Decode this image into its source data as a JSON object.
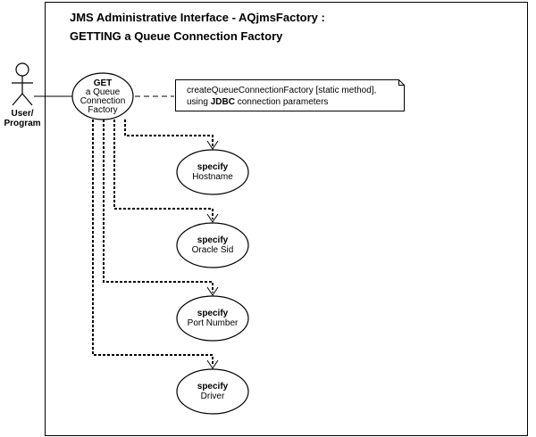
{
  "title": {
    "line1": "JMS Administrative Interface  -  AQjmsFactory :",
    "line2": "GETTING a Queue Connection Factory"
  },
  "actor": {
    "label_line1": "User/",
    "label_line2": "Program",
    "icon": "stick-figure-actor-icon"
  },
  "main_use_case": {
    "verb": "GET",
    "line2": "a Queue",
    "line3": "Connection",
    "line4": "Factory"
  },
  "note": {
    "line1_prefix": "createQueueConnectionFactory ",
    "line1_suffix": "[static method],",
    "line2_prefix": "using ",
    "line2_bold": "JDBC",
    "line2_suffix": " connection parameters"
  },
  "sub_use_cases": [
    {
      "verb": "specify",
      "object": "Hostname"
    },
    {
      "verb": "specify",
      "object": "Oracle Sid"
    },
    {
      "verb": "specify",
      "object": "Port Number"
    },
    {
      "verb": "specify",
      "object": "Driver"
    }
  ]
}
